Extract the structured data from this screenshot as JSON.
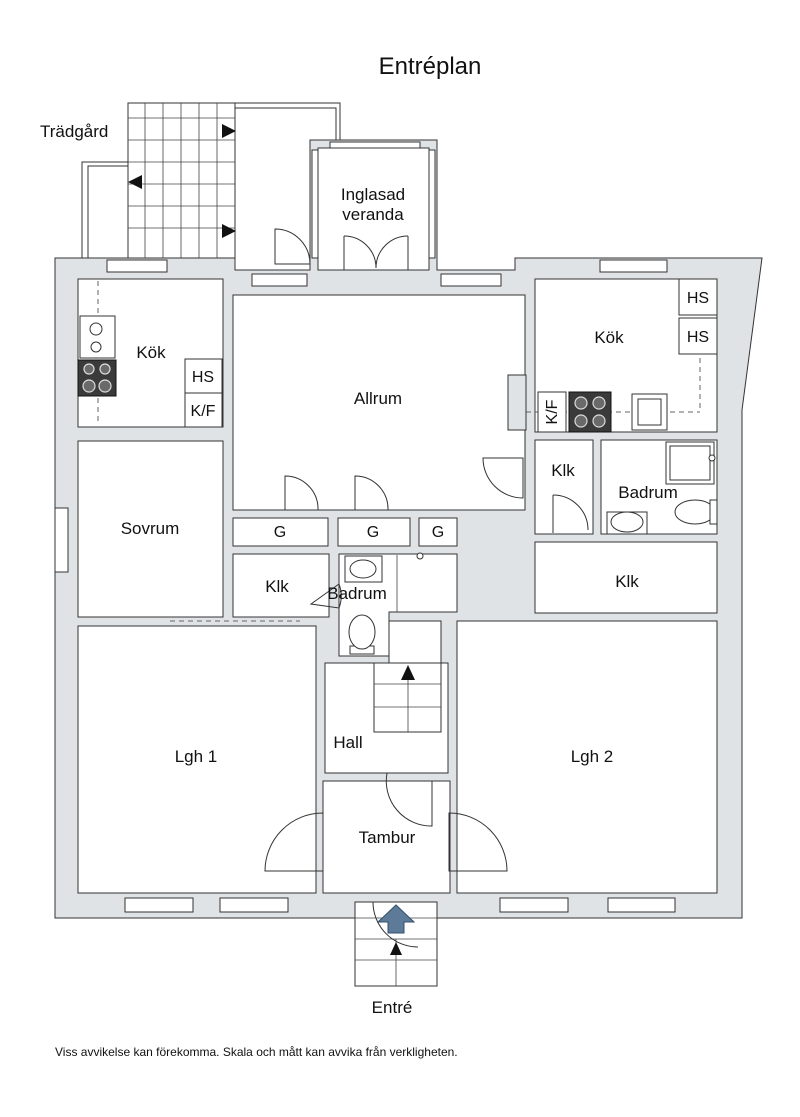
{
  "title": "Entréplan",
  "labels": {
    "tradgard": "Trädgård",
    "veranda_1": "Inglasad",
    "veranda_2": "veranda",
    "kok_left": "Kök",
    "hs_left": "HS",
    "kf_left": "K/F",
    "sovrum": "Sovrum",
    "allrum": "Allrum",
    "g1": "G",
    "g2": "G",
    "g3": "G",
    "klk_center": "Klk",
    "badrum_center": "Badrum",
    "kok_right": "Kök",
    "hs_right_1": "HS",
    "hs_right_2": "HS",
    "kf_right": "K/F",
    "klk_right_upper": "Klk",
    "badrum_right": "Badrum",
    "klk_right_lower": "Klk",
    "lgh1": "Lgh 1",
    "lgh2": "Lgh 2",
    "hall": "Hall",
    "tambur": "Tambur",
    "entre": "Entré"
  },
  "disclaimer": "Viss avvikelse kan förekomma. Skala och mått kan avvika från verkligheten.",
  "colors": {
    "wall_fill": "#dfe3e6",
    "line": "#333333",
    "entry_arrow": "#5d7b99"
  }
}
